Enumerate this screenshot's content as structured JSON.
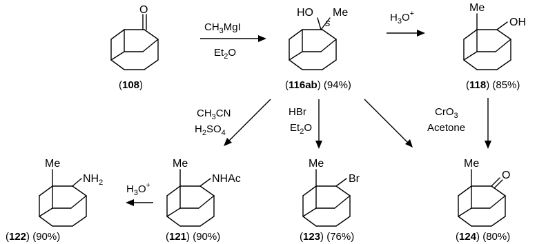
{
  "compounds": [
    {
      "id": "108",
      "suffix": "",
      "subs": [
        {
          "label": "O"
        }
      ]
    },
    {
      "id": "116ab",
      "suffix": " (94%)",
      "subs": [
        {
          "label": "HO"
        },
        {
          "label": "Me"
        },
        {
          "label": "s"
        }
      ]
    },
    {
      "id": "118",
      "suffix": " (85%)",
      "subs": [
        {
          "label": "Me"
        },
        {
          "label": "OH"
        }
      ]
    },
    {
      "id": "121",
      "suffix": " (90%)",
      "subs": [
        {
          "label": "Me"
        },
        {
          "label": "NHAc"
        }
      ]
    },
    {
      "id": "123",
      "suffix": " (76%)",
      "subs": [
        {
          "label": "Me"
        },
        {
          "label": "Br"
        }
      ]
    },
    {
      "id": "124",
      "suffix": " (80%)",
      "subs": [
        {
          "label": "Me"
        },
        {
          "label": "O"
        }
      ]
    },
    {
      "id": "122",
      "suffix": " (90%)",
      "subs": [
        {
          "label": "Me"
        },
        {
          "label": "NH2"
        }
      ]
    }
  ],
  "arrows": [
    {
      "name": "grignard",
      "lines": [
        "CH3MgI",
        "Et2O"
      ]
    },
    {
      "name": "acid-rearrangement",
      "lines": [
        "H3O+"
      ]
    },
    {
      "name": "ritter",
      "lines": [
        "CH3CN",
        "H2SO4"
      ]
    },
    {
      "name": "bromination",
      "lines": [
        "HBr",
        "Et2O"
      ]
    },
    {
      "name": "direct-to-ketone",
      "lines": []
    },
    {
      "name": "oxidation",
      "lines": [
        "CrO3",
        "Acetone"
      ]
    },
    {
      "name": "hydrolysis",
      "lines": [
        "H3O+"
      ]
    }
  ],
  "paren_open": "(",
  "paren_close": ")"
}
